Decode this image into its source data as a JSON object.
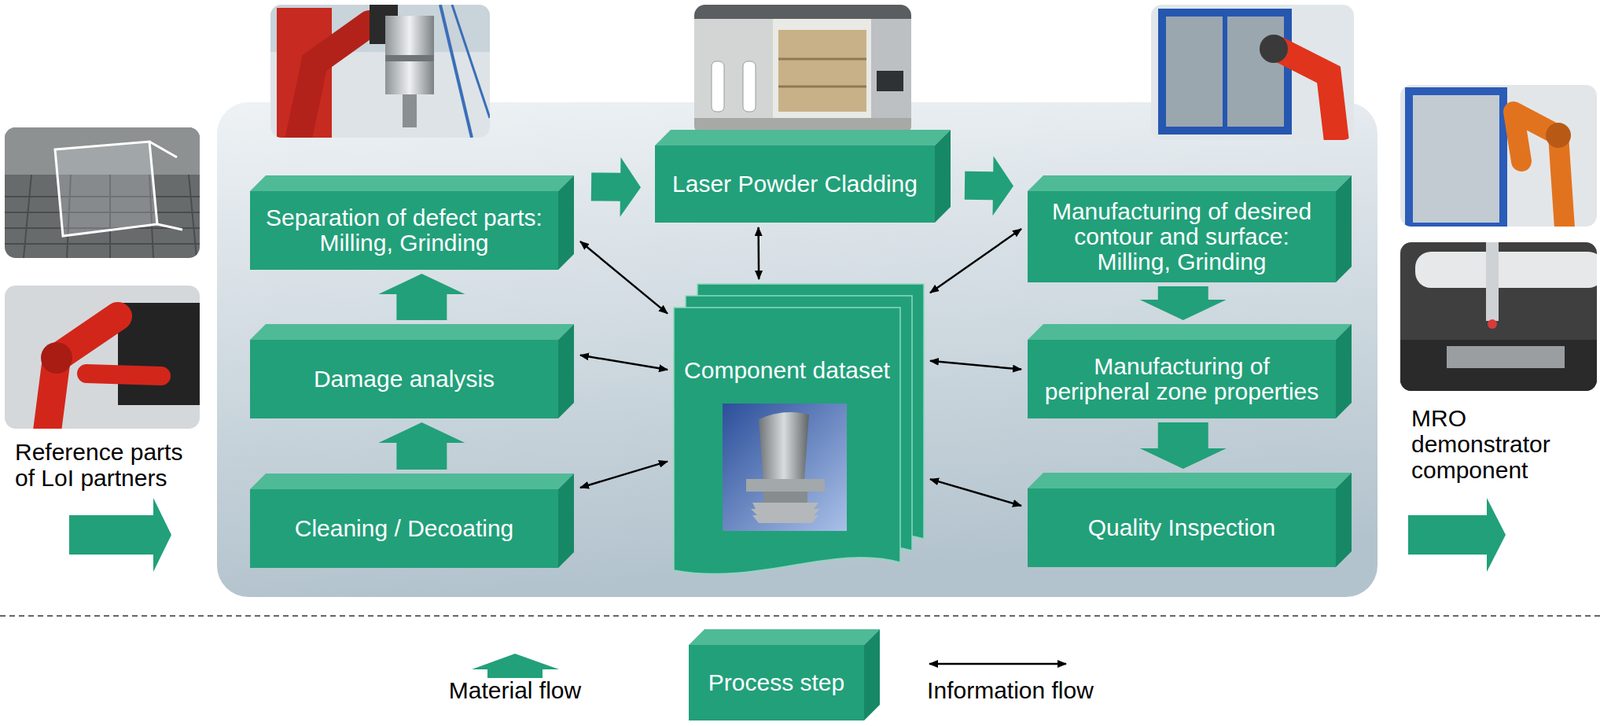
{
  "diagram": {
    "nodes": [
      {
        "text": [
          "Cleaning / Decoating"
        ]
      },
      {
        "text": [
          "Damage analysis"
        ]
      },
      {
        "text": [
          "Separation of defect parts: Milling, Grinding"
        ]
      },
      {
        "text": [
          "Laser Powder Cladding"
        ]
      },
      {
        "text": [
          "Manufacturing of desired contour and surface: Milling, Grinding"
        ]
      },
      {
        "text": [
          "Manufacturing of peripheral zone properties"
        ]
      },
      {
        "text": [
          "Quality Inspection"
        ]
      },
      {
        "text": [
          "Component dataset"
        ]
      }
    ],
    "edges": [
      {
        "from": 0,
        "to": 1,
        "arrow": "to"
      },
      {
        "from": 1,
        "to": 2,
        "arrow": "to"
      },
      {
        "from": 2,
        "to": 3,
        "arrow": "to"
      },
      {
        "from": 3,
        "to": 4,
        "arrow": "to"
      },
      {
        "from": 4,
        "to": 5,
        "arrow": "to"
      },
      {
        "from": 5,
        "to": 6,
        "arrow": "to"
      },
      {
        "from": 0,
        "to": 7,
        "arrow": "both"
      },
      {
        "from": 1,
        "to": 7,
        "arrow": "both"
      },
      {
        "from": 2,
        "to": 7,
        "arrow": "both"
      },
      {
        "from": 3,
        "to": 7,
        "arrow": "both"
      },
      {
        "from": 4,
        "to": 7,
        "arrow": "both"
      },
      {
        "from": 5,
        "to": 7,
        "arrow": "both"
      },
      {
        "from": 6,
        "to": 7,
        "arrow": "both"
      }
    ],
    "labels": [
      "Reference parts of LoI partners",
      "MRO demonstrator component"
    ],
    "legend": [
      {
        "text": "Material flow"
      },
      {
        "text": "Process step"
      },
      {
        "text": "Information flow"
      }
    ]
  }
}
